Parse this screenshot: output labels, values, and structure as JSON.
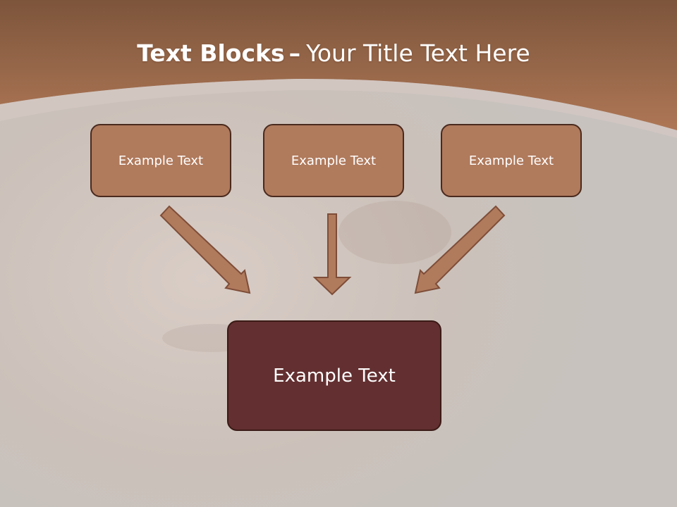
{
  "slide": {
    "title_bold": "Text Blocks",
    "title_dash": "–",
    "title_rest": "Your Title Text Here"
  },
  "boxes": {
    "top_left": "Example Text",
    "top_center": "Example Text",
    "top_right": "Example Text",
    "bottom": "Example Text"
  },
  "colors": {
    "header_brown": "#a4714f",
    "box_fill": "#b07a5c",
    "bottom_box_fill": "#632f30",
    "arrow_fill": "#b07a5c",
    "background_gray": "#c9c4c0"
  }
}
